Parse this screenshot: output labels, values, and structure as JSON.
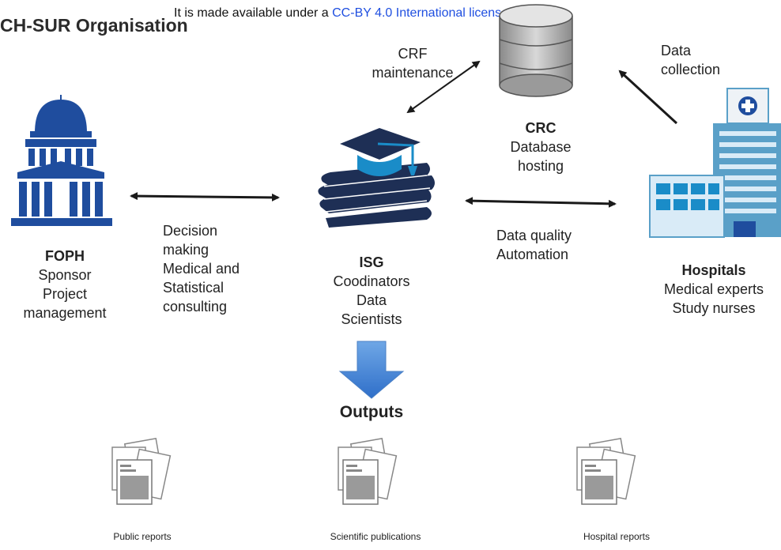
{
  "header": {
    "title": "CH-SUR Organisation",
    "license_prefix": "It is made available under a ",
    "license_link": "CC-BY 4.0 International license",
    "license_suffix": " ."
  },
  "nodes": {
    "foph": {
      "name": "FOPH",
      "lines": [
        "Sponsor",
        "Project",
        "management"
      ],
      "icon": "capitol-building-icon"
    },
    "isg": {
      "name": "ISG",
      "lines": [
        "Coodinators",
        "Data",
        "Scientists"
      ],
      "icon": "graduation-books-icon"
    },
    "crc": {
      "name": "CRC",
      "lines": [
        "Database",
        "hosting"
      ],
      "icon": "database-icon"
    },
    "hospitals": {
      "name": "Hospitals",
      "lines": [
        "Medical experts",
        "Study nurses"
      ],
      "icon": "hospital-building-icon"
    }
  },
  "edges": {
    "foph_isg": {
      "lines": [
        "Decision",
        "making",
        "Medical and",
        "Statistical",
        "consulting"
      ]
    },
    "isg_crc": {
      "lines": [
        "CRF",
        "maintenance"
      ]
    },
    "hospitals_crc": {
      "lines": [
        "Data",
        "collection"
      ]
    },
    "isg_hospitals": {
      "lines": [
        "Data quality",
        "Automation"
      ]
    }
  },
  "outputs": {
    "title": "Outputs",
    "items": [
      {
        "label": "Public reports",
        "icon": "document-stack-icon"
      },
      {
        "label": "Scientific publications",
        "icon": "document-stack-icon"
      },
      {
        "label": "Hospital reports",
        "icon": "document-stack-icon"
      }
    ]
  },
  "colors": {
    "blue": "#1f4d9e",
    "navy": "#1e2f55",
    "teal": "#1a8cc8",
    "arrow": "#1a1a1a",
    "link": "#1f4fe0"
  }
}
